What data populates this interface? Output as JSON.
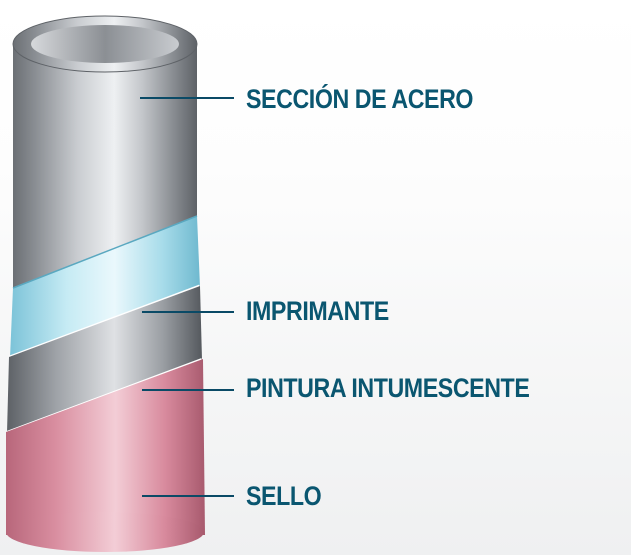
{
  "labels": {
    "acero": "SECCIÓN DE ACERO",
    "imprimante": "IMPRIMANTE",
    "pintura": "PINTURA INTUMESCENTE",
    "sello": "SELLO"
  },
  "colors": {
    "label_text": "#0a5670",
    "leader_line": "#0a4a66",
    "steel": "#9a9ea3",
    "primer": "#a9dbe9",
    "intumescent": "#8f9398",
    "seal": "#d98c9e"
  }
}
